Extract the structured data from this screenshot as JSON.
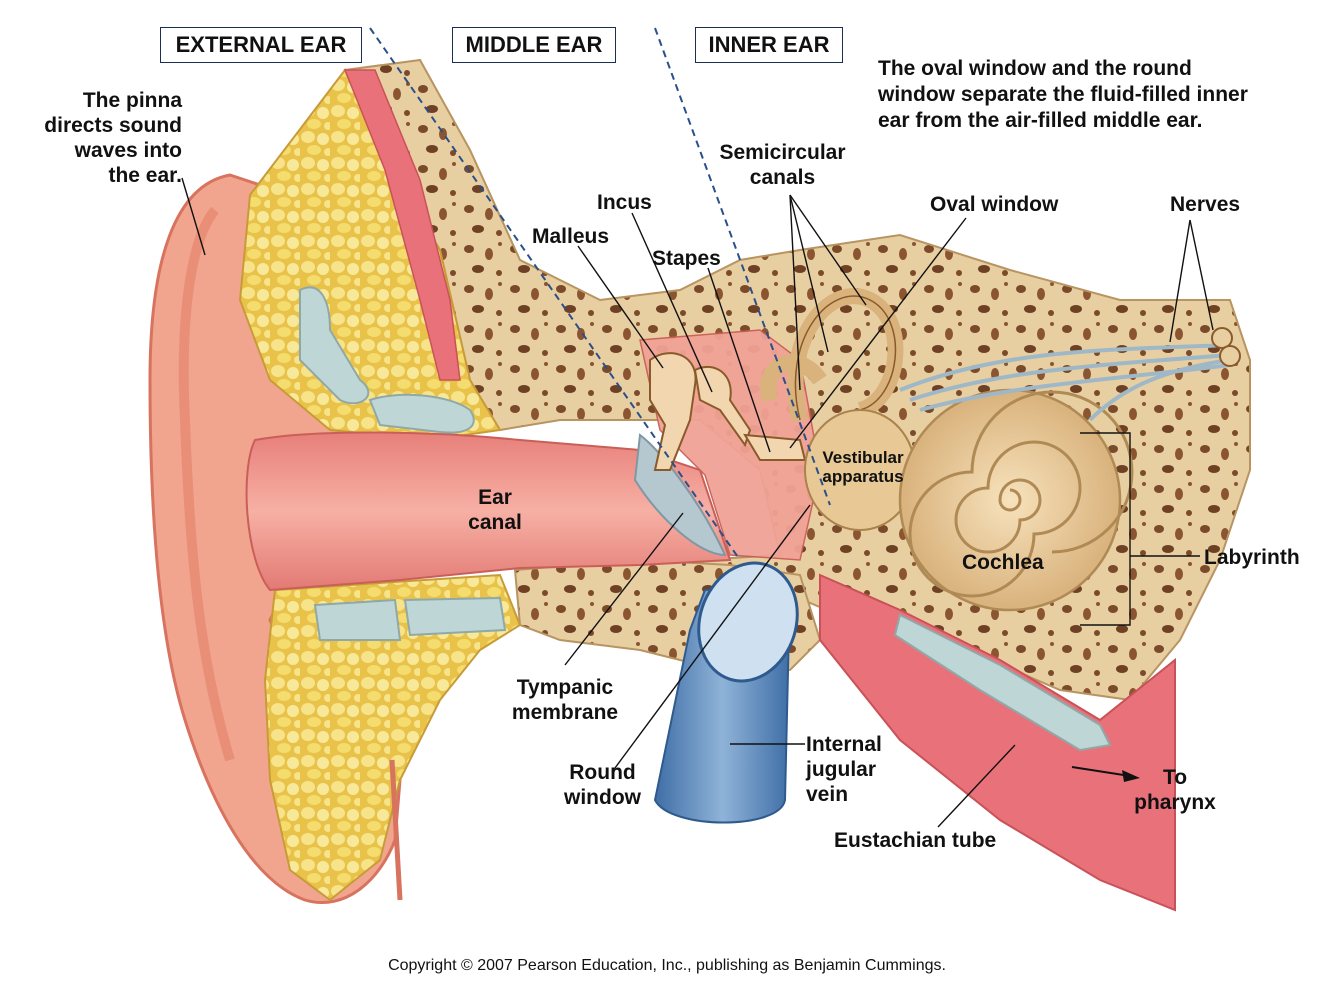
{
  "regions": {
    "external": "EXTERNAL EAR",
    "middle": "MIDDLE EAR",
    "inner": "INNER EAR"
  },
  "notes": {
    "pinna": {
      "pre": "The ",
      "bold": "pinna",
      "line2": "directs sound",
      "line3": "waves into",
      "line4": "the ear."
    },
    "windows": {
      "p1": "The ",
      "b1": "oval window",
      "p2": " and the ",
      "b2": "round",
      "b3": "window",
      "p3": " separate the fluid-filled inner",
      "line3": "ear from the air-filled middle ear."
    }
  },
  "labels": {
    "semicircular_1": "Semicircular",
    "semicircular_2": "canals",
    "incus": "Incus",
    "malleus": "Malleus",
    "stapes": "Stapes",
    "oval_window": "Oval window",
    "nerves": "Nerves",
    "vestibular_1": "Vestibular",
    "vestibular_2": "apparatus",
    "ear_canal_1": "Ear",
    "ear_canal_2": "canal",
    "cochlea": "Cochlea",
    "labyrinth": "Labyrinth",
    "tympanic_1": "Tympanic",
    "tympanic_2": "membrane",
    "round_window_1": "Round",
    "round_window_2": "window",
    "jugular_1": "Internal",
    "jugular_2": "jugular",
    "jugular_3": "vein",
    "pharynx_1": "To",
    "pharynx_2": "pharynx",
    "eustachian": "Eustachian tube"
  },
  "copyright": "Copyright © 2007 Pearson Education, Inc., publishing as Benjamin Cummings.",
  "colors": {
    "skin": "#f2a58e",
    "skin_dark": "#e07c6c",
    "canal": "#ef8f86",
    "fat": "#f4dc6e",
    "cartilage": "#bfd6d6",
    "bone": "#e8cfa2",
    "bone_hole": "#7a4a2a",
    "vein": "#5a86b8",
    "muscle": "#e9727a",
    "divider": "#2a4f8a"
  }
}
